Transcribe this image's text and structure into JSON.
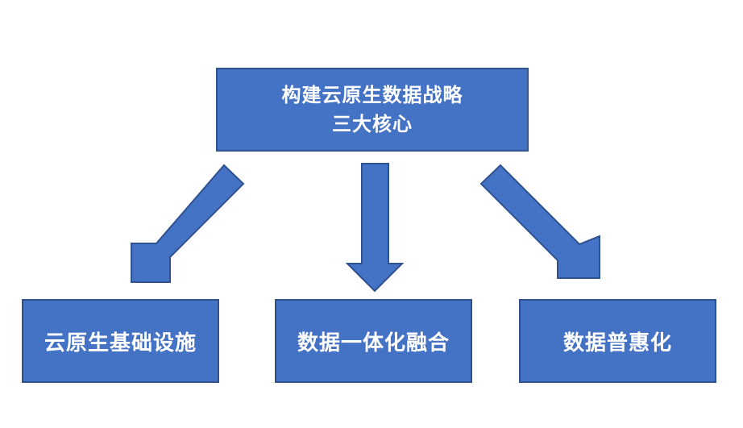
{
  "top": {
    "line1": "构建云原生数据战略",
    "line2": "三大核心"
  },
  "pillars": [
    {
      "label": "云原生基础设施"
    },
    {
      "label": "数据一体化融合"
    },
    {
      "label": "数据普惠化"
    }
  ],
  "colors": {
    "box_fill": "#4472c4",
    "box_border": "#2f528f",
    "text": "#ffffff",
    "background": "#ffffff"
  }
}
